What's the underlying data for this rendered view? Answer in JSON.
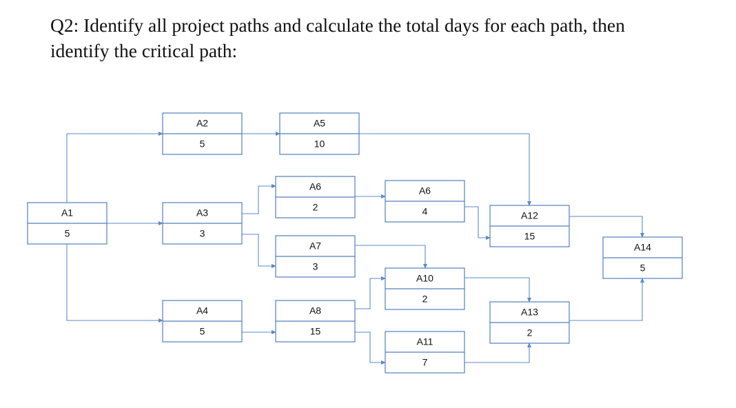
{
  "question": {
    "line1": "Q2: Identify all project paths and calculate the total days for each path, then",
    "line2": "identify the critical path:"
  },
  "colors": {
    "box_border": "#4f7fbd",
    "arrow": "#5b8bc6",
    "text": "#111111"
  },
  "nodes": [
    {
      "id": "n-a1",
      "name": "A1",
      "days": "5"
    },
    {
      "id": "n-a2",
      "name": "A2",
      "days": "5"
    },
    {
      "id": "n-a3",
      "name": "A3",
      "days": "3"
    },
    {
      "id": "n-a4",
      "name": "A4",
      "days": "5"
    },
    {
      "id": "n-a5",
      "name": "A5",
      "days": "10"
    },
    {
      "id": "n-a6a",
      "name": "A6",
      "days": "2"
    },
    {
      "id": "n-a7",
      "name": "A7",
      "days": "3"
    },
    {
      "id": "n-a8",
      "name": "A8",
      "days": "15"
    },
    {
      "id": "n-a6b",
      "name": "A6",
      "days": "4"
    },
    {
      "id": "n-a10",
      "name": "A10",
      "days": "2"
    },
    {
      "id": "n-a11",
      "name": "A11",
      "days": "7"
    },
    {
      "id": "n-a12",
      "name": "A12",
      "days": "15"
    },
    {
      "id": "n-a13",
      "name": "A13",
      "days": "2"
    },
    {
      "id": "n-a14",
      "name": "A14",
      "days": "5"
    }
  ],
  "edges": [
    {
      "id": "e-a1-a2",
      "from": "n-a1",
      "to": "n-a2"
    },
    {
      "id": "e-a1-a3",
      "from": "n-a1",
      "to": "n-a3"
    },
    {
      "id": "e-a1-a4",
      "from": "n-a1",
      "to": "n-a4"
    },
    {
      "id": "e-a2-a5",
      "from": "n-a2",
      "to": "n-a5"
    },
    {
      "id": "e-a3-a6a",
      "from": "n-a3",
      "to": "n-a6a"
    },
    {
      "id": "e-a3-a7",
      "from": "n-a3",
      "to": "n-a7"
    },
    {
      "id": "e-a4-a8",
      "from": "n-a4",
      "to": "n-a8"
    },
    {
      "id": "e-a5-a12",
      "from": "n-a5",
      "to": "n-a12"
    },
    {
      "id": "e-a6a-a6b",
      "from": "n-a6a",
      "to": "n-a6b"
    },
    {
      "id": "e-a6b-a12",
      "from": "n-a6b",
      "to": "n-a12"
    },
    {
      "id": "e-a7-a10",
      "from": "n-a7",
      "to": "n-a10"
    },
    {
      "id": "e-a8-a10",
      "from": "n-a8",
      "to": "n-a10"
    },
    {
      "id": "e-a8-a11",
      "from": "n-a8",
      "to": "n-a11"
    },
    {
      "id": "e-a10-a13",
      "from": "n-a10",
      "to": "n-a13"
    },
    {
      "id": "e-a11-a13",
      "from": "n-a11",
      "to": "n-a13"
    },
    {
      "id": "e-a12-a14",
      "from": "n-a12",
      "to": "n-a14"
    },
    {
      "id": "e-a13-a14",
      "from": "n-a13",
      "to": "n-a14"
    }
  ]
}
